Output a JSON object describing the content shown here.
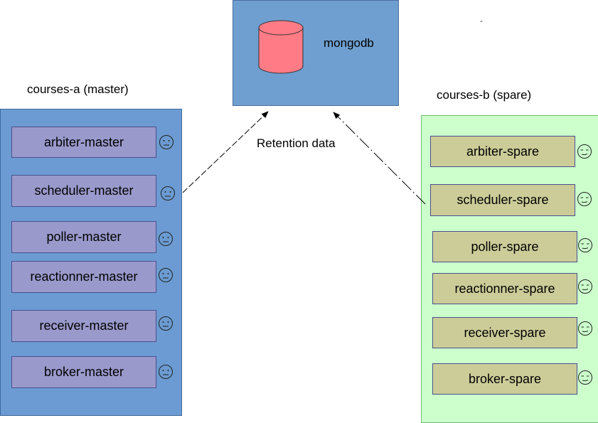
{
  "colors": {
    "db_panel": "#6f9fd0",
    "master_panel": "#6b9bd2",
    "spare_panel": "#ccffcc",
    "master_node": "#9999cc",
    "spare_node": "#cccc99",
    "cylinder": "#ff7b86"
  },
  "database": {
    "label": "mongodb",
    "icon": "database-cylinder-icon"
  },
  "retention_label": "Retention data",
  "stray_mark": "-",
  "master": {
    "title": "courses-a (master)",
    "nodes": [
      "arbiter-master",
      "scheduler-master",
      "poller-master",
      "reactionner-master",
      "receiver-master",
      "broker-master"
    ]
  },
  "spare": {
    "title": "courses-b (spare)",
    "nodes": [
      "arbiter-spare",
      "scheduler-spare",
      "poller-spare",
      "reactionner-spare",
      "receiver-spare",
      "broker-spare"
    ]
  },
  "status_icons": {
    "master": "neutral-face-icon",
    "spare": "sleepy-face-icon"
  }
}
